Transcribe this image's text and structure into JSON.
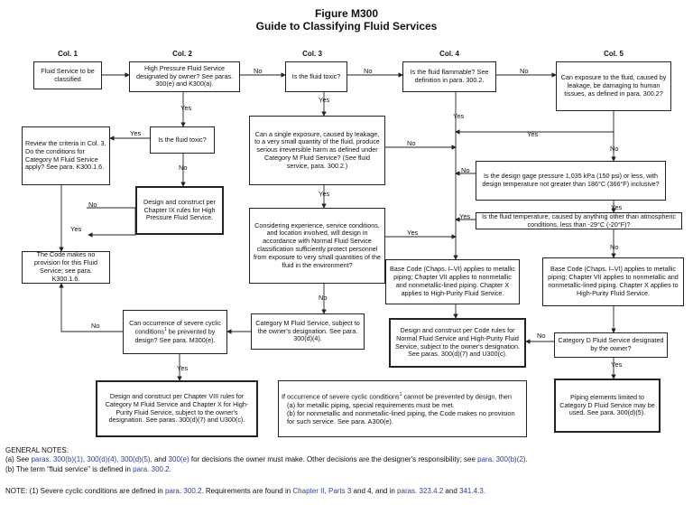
{
  "figure": {
    "number": "Figure M300",
    "title": "Guide to Classifying Fluid Services"
  },
  "columns": [
    "Col. 1",
    "Col. 2",
    "Col. 3",
    "Col. 4",
    "Col. 5"
  ],
  "boxes": {
    "fluid_service": "Fluid Service to be classified",
    "high_pressure": "High Pressure Fluid Service designated by owner? See paras. 300(e) and K300(a).",
    "is_toxic": "Is the fluid toxic?",
    "is_flammable": "Is the fluid flammable? See definition in para. 300.2.",
    "exposure_damage": "Can exposure to the fluid, caused by leakage, be damaging to human tissues, as defined in para. 300.2?",
    "review_criteria": "Review the criteria in Col. 3. Do the conditions for Category M Fluid Service apply? See para. K300.1.6.",
    "hp_toxic": "Is the fluid toxic?",
    "single_exposure": "Can a single exposure, caused by leakage, to a very small quantity of the fluid, produce serious irreversible harm as defined under Category M Fluid Service? (See fluid service, para. 300.2.)",
    "design_chapter_ix": "Design and construct per Chapter IX rules for High Pressure Fluid Service.",
    "design_gage_pressure": "Is the design gage pressure 1,035 kPa (150 psi) or less, with design temperature not greater than 186°C (366°F) inclusive?",
    "fluid_temperature": "Is the fluid temperature, caused by anything other than atmospheric conditions, less than -29°C (-20°F)?",
    "code_no_provision": "The Code makes no provision for this Fluid Service; see para. K300.1.6.",
    "considering_experience": "Considering experience, service conditions, and location involved, will design in accordance with Normal Fluid Service classification sufficiently protect personnel from exposure to very small quantities of the fluid in the environment?",
    "base_code_col4": "Base Code (Chaps. I–VI) applies to metallic piping; Chapter VII applies to nonmetallic and nonmetallic-lined piping. Chapter X applies to High-Purity Fluid Service.",
    "base_code_col5": "Base Code (Chaps. I–VI) applies to metallic piping; Chapter VII applies to nonmetallic and nonmetallic-lined piping. Chapter X applies to High-Purity Fluid Service.",
    "severe_cyclic_q_prefix": "Can occurrence of severe cyclic conditions",
    "severe_cyclic_q_suffix": " be prevented by design? See para. M300(e).",
    "category_m": "Category M Fluid Service, subject to the owner's designation. See para. 300(d)(4).",
    "design_normal": "Design and construct per Code rules for Normal Fluid Service and High-Purity Fluid Service, subject to the owner's designation. See paras. 300(d)(7) and U300(c).",
    "category_d": "Category D Fluid Service designated by the owner?",
    "design_chapter_viii": "Design and construct per Chapter VIII rules for Category M Fluid Service and Chapter X for High-Purity Fluid Service, subject to the owner's designation. See paras. 300(d)(7) and U300(c).",
    "if_occurrence_prefix": "If occurrence of severe cyclic conditions",
    "if_occurrence_suffix": " cannot be prevented by design, then",
    "if_occurrence_a": "(a) for metallic piping, special requirements must be met.",
    "if_occurrence_b": "(b) for nonmetallic and nonmetallic-lined piping, the Code makes no provision for such service. See para. A300(e).",
    "piping_limited": "Piping elements limited to Category D Fluid Service may be used. See para. 300(d)(5).",
    "sup1": "1"
  },
  "labels": {
    "yes": "Yes",
    "no": "No"
  },
  "notes": {
    "header": "GENERAL NOTES:",
    "a_prefix": "(a)  See ",
    "a_refs": "paras. 300(b)(1), 300(d)(4), 300(d)(5),",
    "a_and": " and ",
    "a_ref2": "300(e)",
    "a_mid": " for decisions the owner must make. Other decisions are the designer's responsibility; see ",
    "a_ref3": "para. 300(b)(2).",
    "b_prefix": "(b)  The term \"fluid service\" is defined in ",
    "b_ref": "para. 300.2.",
    "note_prefix": "NOTE: (1) Severe cyclic conditions are defined in ",
    "note_ref1": "para. 300.2.",
    "note_mid": " Requirements are found in ",
    "note_ref2": "Chapter II, Parts 3",
    "note_and": " and 4, and in ",
    "note_ref3": "paras. 323.4.2",
    "note_and2": " and ",
    "note_ref4": "341.4.3."
  },
  "colors": {
    "link": "#2b3fa0",
    "line": "#222222"
  }
}
